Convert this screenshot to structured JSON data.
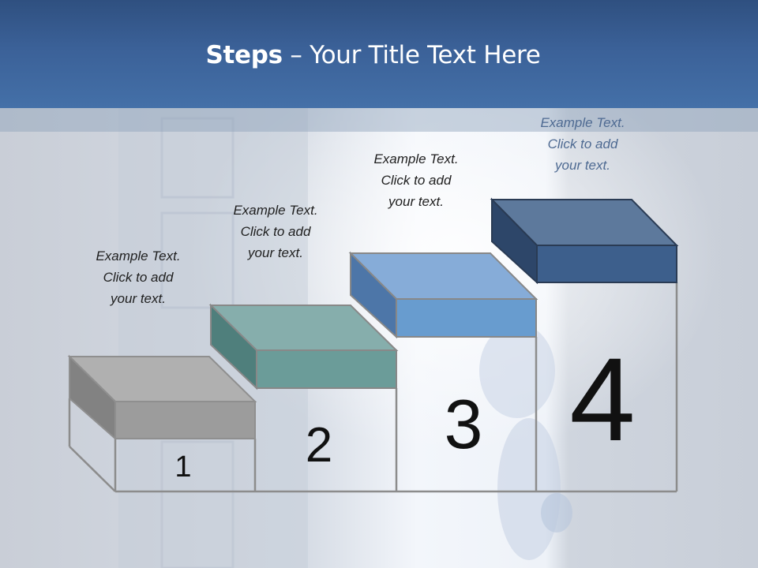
{
  "slide": {
    "title_bold": "Steps",
    "title_rest": " – Your Title Text Here"
  },
  "steps": [
    {
      "number": "1",
      "caption": [
        "Example Text.",
        "Click  to add",
        "your text."
      ],
      "color": "#9a9a9a"
    },
    {
      "number": "2",
      "caption": [
        "Example Text.",
        "Click  to add",
        "your text."
      ],
      "color": "#6a9e9c"
    },
    {
      "number": "3",
      "caption": [
        "Example Text.",
        "Click  to add",
        "your text."
      ],
      "color": "#6699cc"
    },
    {
      "number": "4",
      "caption": [
        "Example Text.",
        "Click  to add",
        "your text."
      ],
      "color": "#3d5f8c"
    }
  ]
}
